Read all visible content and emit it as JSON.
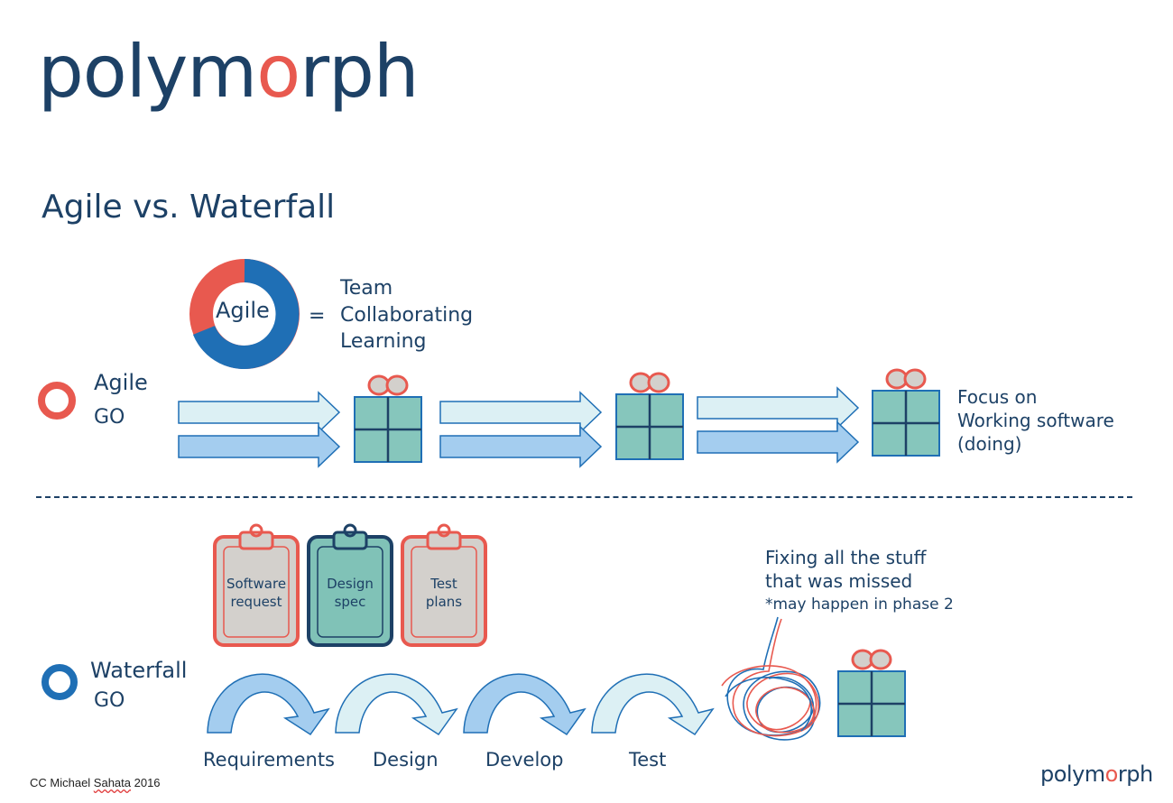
{
  "logo": {
    "prefix": "polym",
    "o": "o",
    "suffix": "rph"
  },
  "title": "Agile vs. Waterfall",
  "agile_badge": {
    "label": "Agile",
    "equals": "=",
    "words": [
      "Team",
      "Collaborating",
      "Learning"
    ]
  },
  "agile_row": {
    "name": "Agile",
    "go": "GO",
    "focus": [
      "Focus on",
      "Working software",
      "(doing)"
    ]
  },
  "waterfall_row": {
    "name": "Waterfall",
    "go": "GO",
    "documents": [
      {
        "line1": "Software",
        "line2": "request"
      },
      {
        "line1": "Design",
        "line2": "spec"
      },
      {
        "line1": "Test",
        "line2": "plans"
      }
    ],
    "phases": [
      "Requirements",
      "Design",
      "Develop",
      "Test"
    ],
    "note": [
      "Fixing all the stuff",
      "that was missed",
      "*may happen in phase 2"
    ]
  },
  "credit": {
    "prefix": "CC Michael ",
    "name": "Sahata",
    "suffix": " 2016"
  },
  "colors": {
    "navy": "#1d4166",
    "coral": "#e8594f",
    "blue": "#1f6fb5",
    "teal_box": "#86c6bc",
    "light_arrow": "#dcf0f4",
    "mid_arrow": "#a4cdef",
    "clip_grey": "#d3d0cc",
    "clip_teal": "#80c2b7"
  }
}
